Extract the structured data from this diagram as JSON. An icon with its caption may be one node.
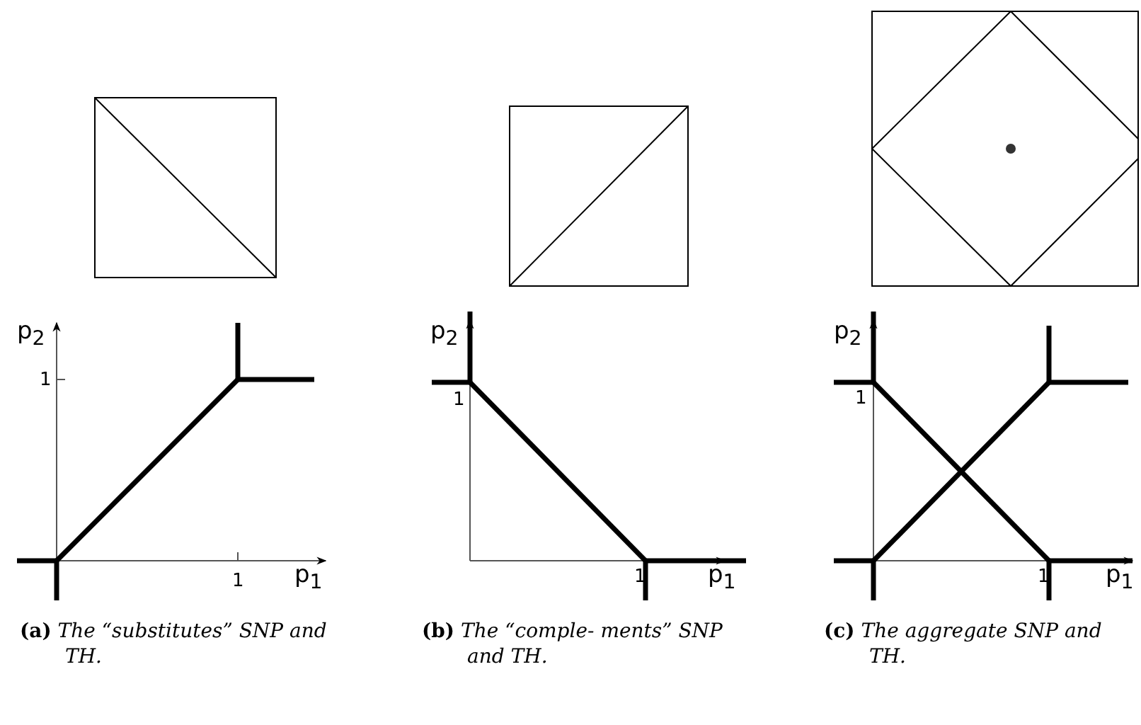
{
  "diagram": {
    "labels": [
      "p$_{2}$",
      "1",
      "1",
      "p$_{1}$",
      "**(a)** *The “substitutes” SNP and TH.*",
      "p$_{2}$",
      "1",
      "1",
      "p$_{1}$",
      "**(b)** *The “comple- ments” SNP and TH.*",
      "p$_{2}$",
      "1",
      "1",
      "p$_{1}$",
      "**(c)** *The aggregate SNP and TH.*"
    ]
  }
}
